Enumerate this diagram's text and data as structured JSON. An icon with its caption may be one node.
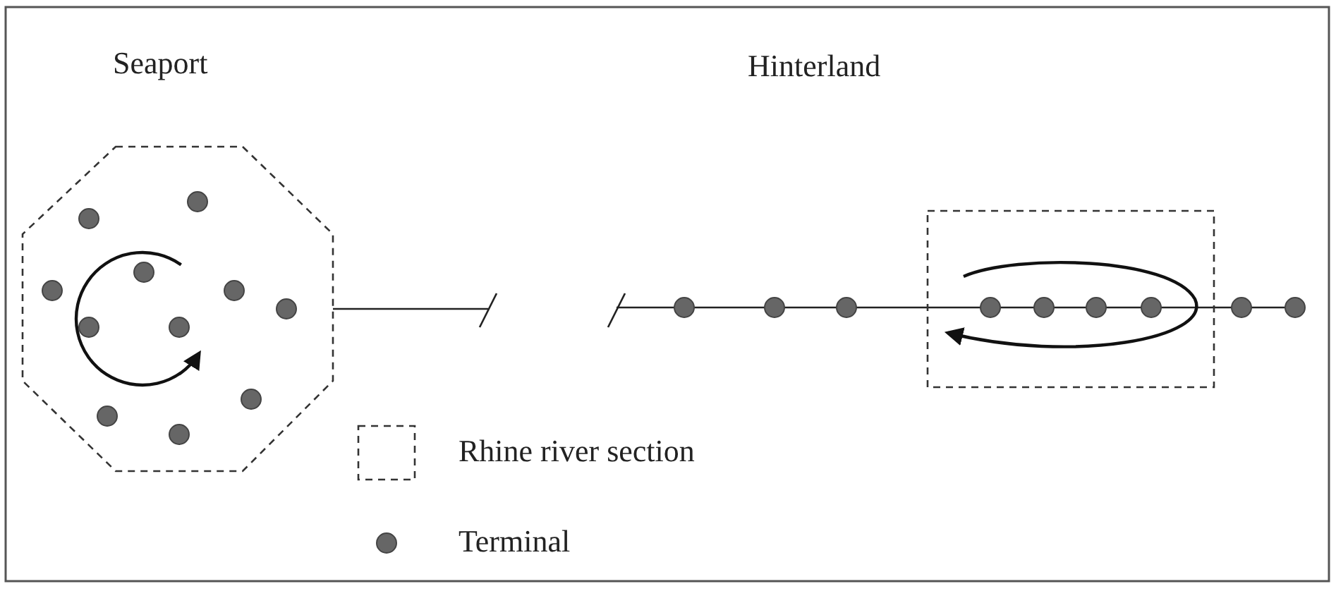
{
  "diagram": {
    "nodes": [
      {
        "text": [
          "Seaport"
        ]
      },
      {
        "text": [],
        "shape": "box"
      }
    ],
    "labels": [
      "Hinterland"
    ],
    "legend": [
      {
        "text": "Rhine river section"
      },
      {
        "text": "Terminal",
        "color": "#666666"
      }
    ]
  }
}
